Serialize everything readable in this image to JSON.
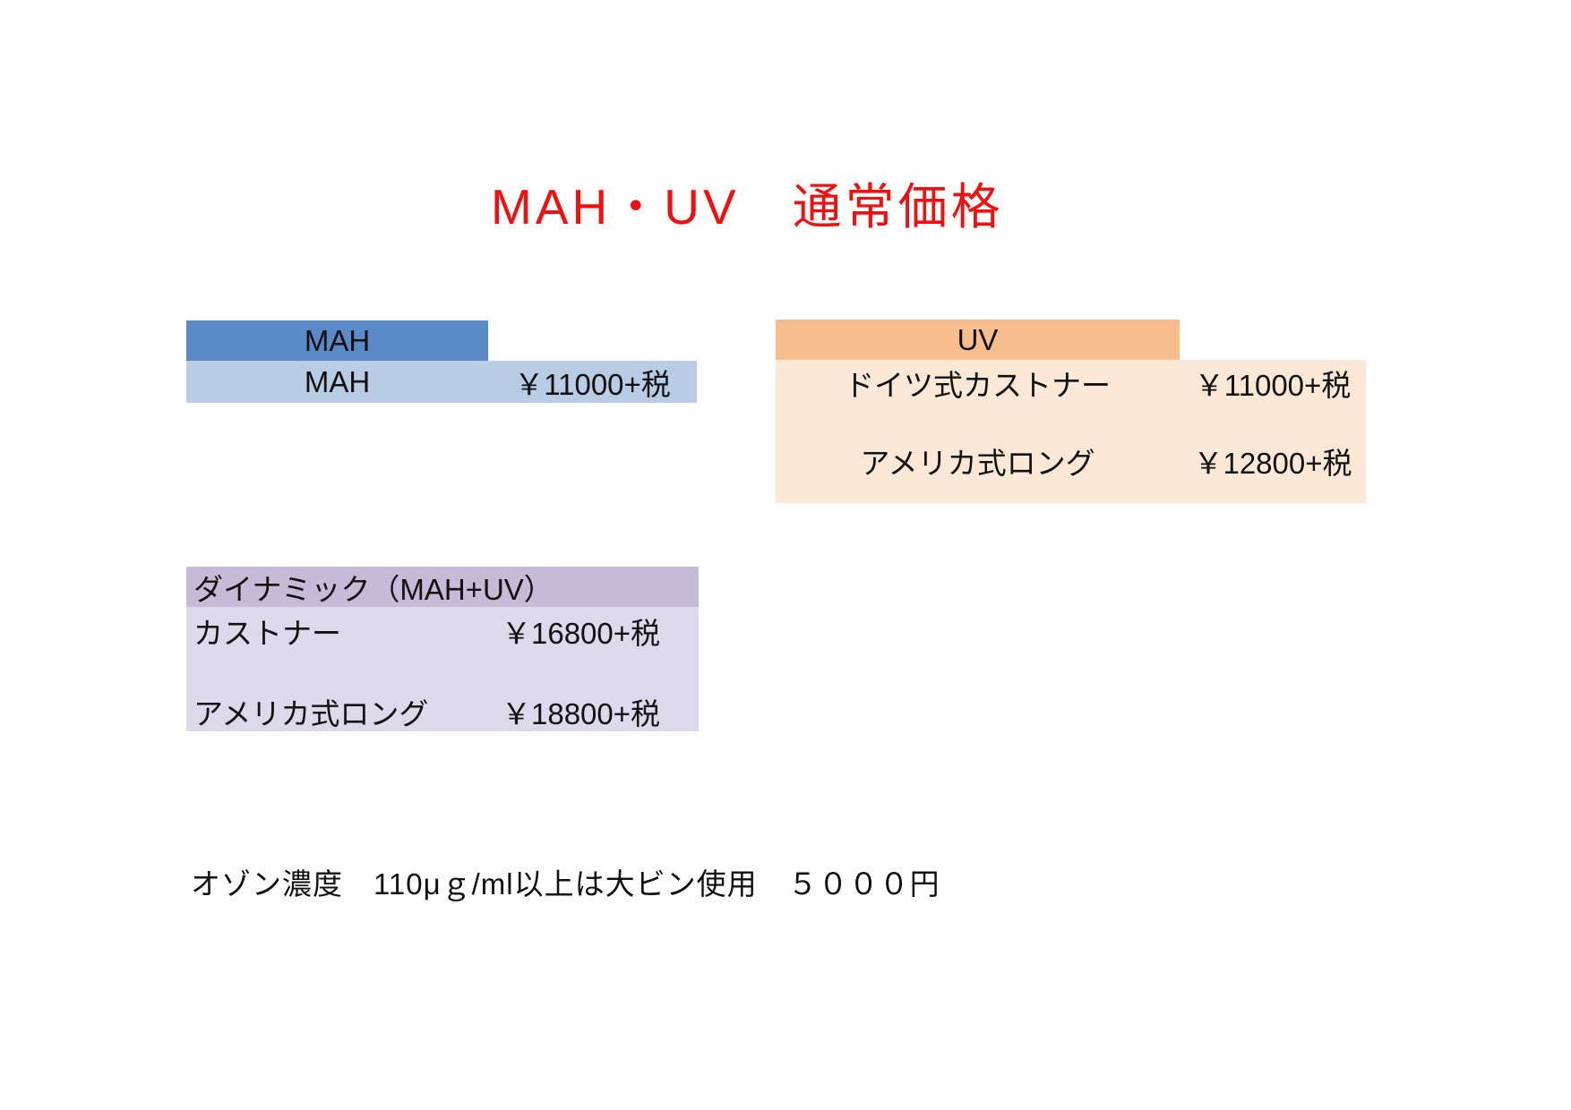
{
  "title": "MAH・UV　通常価格",
  "note": "オゾン濃度　110μｇ/ml以上は大ビン使用　５０００円",
  "colors": {
    "title_red": "#ee1111",
    "mah_header_bg": "#5b8ac9",
    "mah_row_bg": "#b8cce4",
    "uv_header_bg": "#f7bd8d",
    "uv_body_bg": "#fce8d6",
    "dynamic_header_bg": "#c6bbd7",
    "dynamic_body_bg": "#ddd8ea"
  },
  "tables": {
    "mah": {
      "header": "MAH",
      "rows": [
        {
          "name": "MAH",
          "price": "￥11000+税"
        }
      ]
    },
    "uv": {
      "header": "UV",
      "rows": [
        {
          "name": "ドイツ式カストナー",
          "price": "￥11000+税"
        },
        {
          "name": "アメリカ式ロング",
          "price": "￥12800+税"
        }
      ]
    },
    "dynamic": {
      "header": "ダイナミック（MAH+UV）",
      "rows": [
        {
          "name": "カストナー",
          "price": "￥16800+税"
        },
        {
          "name": "アメリカ式ロング",
          "price": "￥18800+税"
        }
      ]
    }
  }
}
